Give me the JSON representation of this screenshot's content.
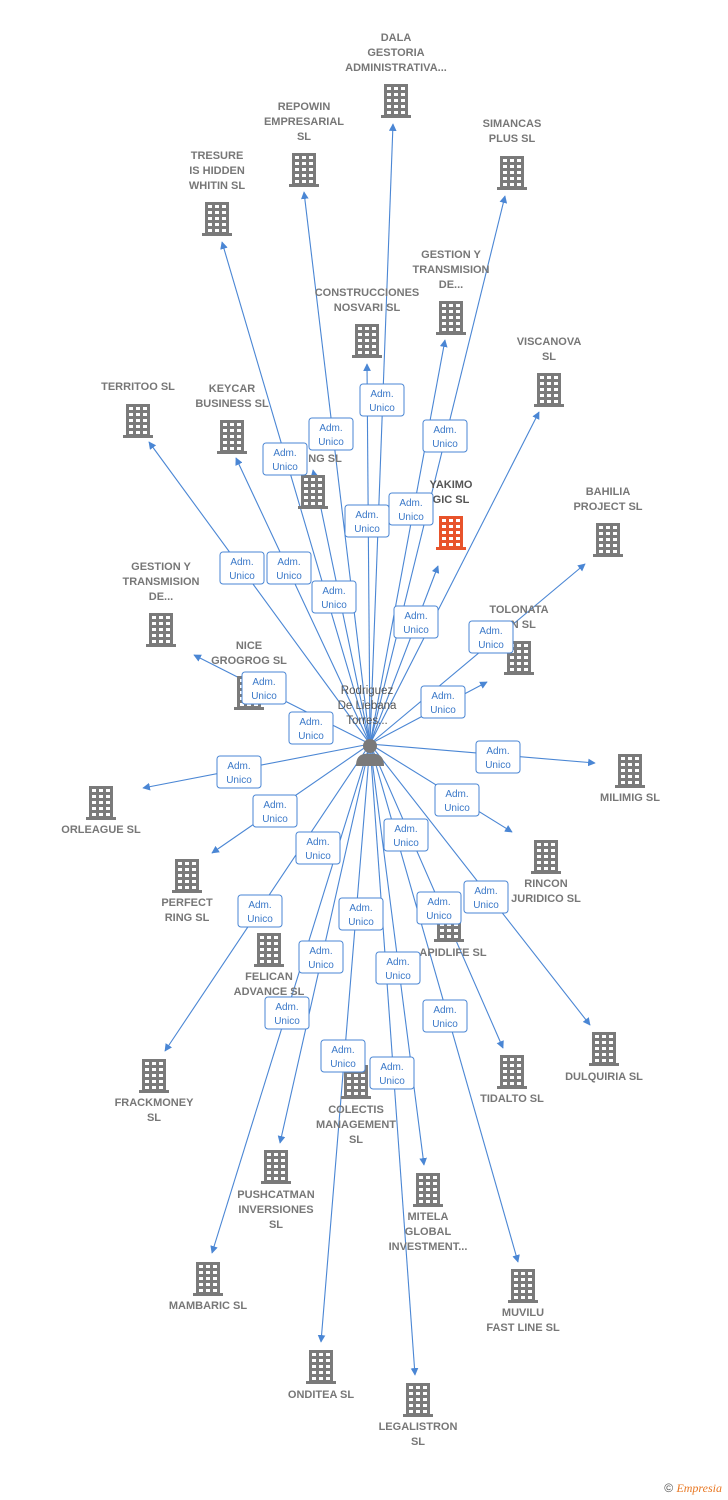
{
  "center": {
    "label": [
      "Rodriguez",
      "De Liebana",
      "Torres..."
    ],
    "icon": "person-icon"
  },
  "edge_label": [
    "Adm.",
    "Unico"
  ],
  "colors": {
    "edge": "#4a86d4",
    "building": "#7a7a7a",
    "building_main": "#e8532b",
    "person": "#7a7a7a"
  },
  "nodes": [
    {
      "id": "dala",
      "label": [
        "DALA",
        "GESTORIA",
        "ADMINISTRATIVA..."
      ]
    },
    {
      "id": "repowin",
      "label": [
        "REPOWIN",
        "EMPRESARIAL",
        "SL"
      ]
    },
    {
      "id": "simancas",
      "label": [
        "SIMANCAS",
        "PLUS  SL"
      ]
    },
    {
      "id": "tresure",
      "label": [
        "TRESURE",
        "IS HIDDEN",
        "WHITIN  SL"
      ]
    },
    {
      "id": "gestion1",
      "label": [
        "GESTION Y",
        "TRANSMISION",
        "DE..."
      ]
    },
    {
      "id": "construcciones",
      "label": [
        "CONSTRUCCIONES",
        "NOSVARI SL"
      ]
    },
    {
      "id": "viscanova",
      "label": [
        "VISCANOVA",
        "SL"
      ]
    },
    {
      "id": "territoo",
      "label": [
        "TERRITOO  SL"
      ]
    },
    {
      "id": "keycar",
      "label": [
        "KEYCAR",
        "BUSINESS  SL"
      ]
    },
    {
      "id": "ng",
      "label": [
        "NG  SL"
      ]
    },
    {
      "id": "yakimo",
      "label": [
        "YAKIMO",
        "GIC  SL"
      ],
      "main": true
    },
    {
      "id": "bahilia",
      "label": [
        "BAHILIA",
        "PROJECT  SL"
      ]
    },
    {
      "id": "gestion2",
      "label": [
        "GESTION Y",
        "TRANSMISION",
        "DE..."
      ]
    },
    {
      "id": "tolonata",
      "label": [
        "TOLONATA",
        "ON  SL"
      ]
    },
    {
      "id": "nice",
      "label": [
        "NICE",
        "GROGROG  SL"
      ]
    },
    {
      "id": "milimig",
      "label": [
        "MILIMIG  SL"
      ]
    },
    {
      "id": "orleague",
      "label": [
        "ORLEAGUE  SL"
      ]
    },
    {
      "id": "rincon",
      "label": [
        "RINCON",
        "JURIDICO SL"
      ]
    },
    {
      "id": "perfect",
      "label": [
        "PERFECT",
        "RING  SL"
      ]
    },
    {
      "id": "apidlife",
      "label": [
        "APIDLIFE  SL"
      ]
    },
    {
      "id": "felican",
      "label": [
        "FELICAN",
        "ADVANCE  SL"
      ]
    },
    {
      "id": "dulquiria",
      "label": [
        "DULQUIRIA  SL"
      ]
    },
    {
      "id": "frackmoney",
      "label": [
        "FRACKMONEY",
        "SL"
      ]
    },
    {
      "id": "tidalto",
      "label": [
        "TIDALTO  SL"
      ]
    },
    {
      "id": "colectis",
      "label": [
        "COLECTIS",
        "MANAGEMENT",
        "SL"
      ]
    },
    {
      "id": "pushcatman",
      "label": [
        "PUSHCATMAN",
        "INVERSIONES",
        "SL"
      ]
    },
    {
      "id": "mitela",
      "label": [
        "MITELA",
        "GLOBAL",
        "INVESTMENT..."
      ]
    },
    {
      "id": "mambaric",
      "label": [
        "MAMBARIC  SL"
      ]
    },
    {
      "id": "muvilu",
      "label": [
        "MUVILU",
        "FAST LINE  SL"
      ]
    },
    {
      "id": "onditea",
      "label": [
        "ONDITEA  SL"
      ]
    },
    {
      "id": "legalistron",
      "label": [
        "LEGALISTRON",
        "SL"
      ]
    }
  ],
  "footer": {
    "copyright": "©",
    "brand": "Empresia"
  }
}
